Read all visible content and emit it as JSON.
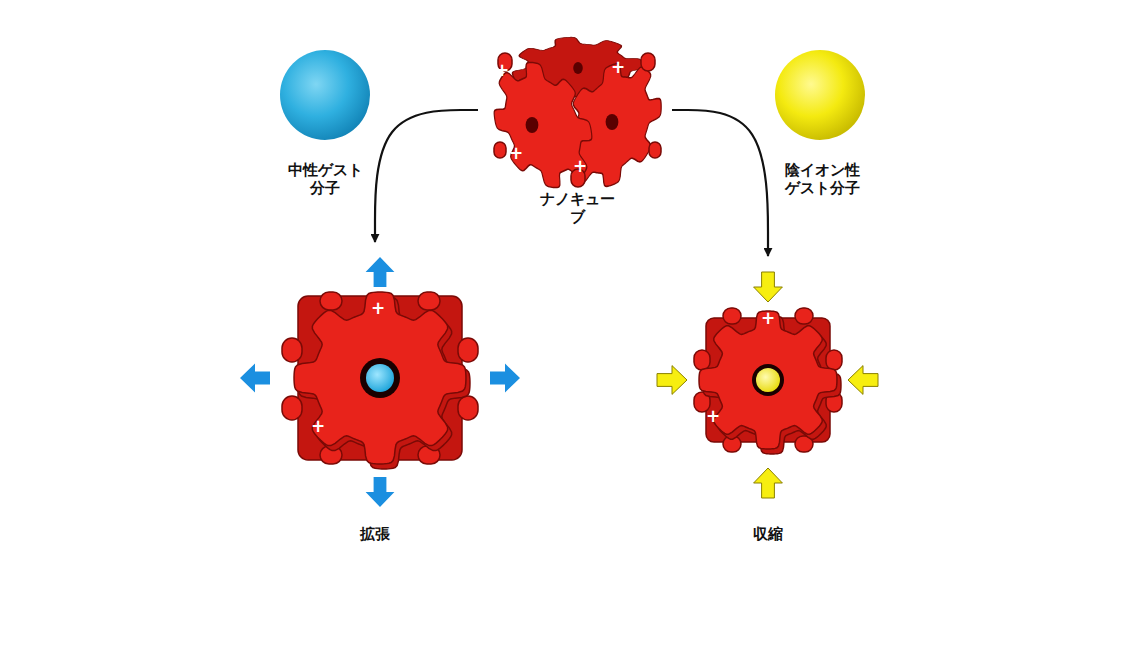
{
  "diagram": {
    "nodes": [
      {
        "text": [
          "中性ゲスト 分子"
        ]
      },
      {
        "text": [
          "ナノキューブ"
        ]
      },
      {
        "text": [
          "陰イオン性 ゲスト分子"
        ]
      },
      {
        "text": [
          "拡張"
        ]
      },
      {
        "text": [
          "収縮"
        ]
      }
    ],
    "edges": [
      {
        "from": 1,
        "to": 3,
        "arrow": "to"
      },
      {
        "from": 1,
        "to": 4,
        "arrow": "to"
      }
    ],
    "labels": [
      "+",
      "+",
      "+",
      "+",
      "+",
      "+",
      "+",
      "+"
    ]
  }
}
